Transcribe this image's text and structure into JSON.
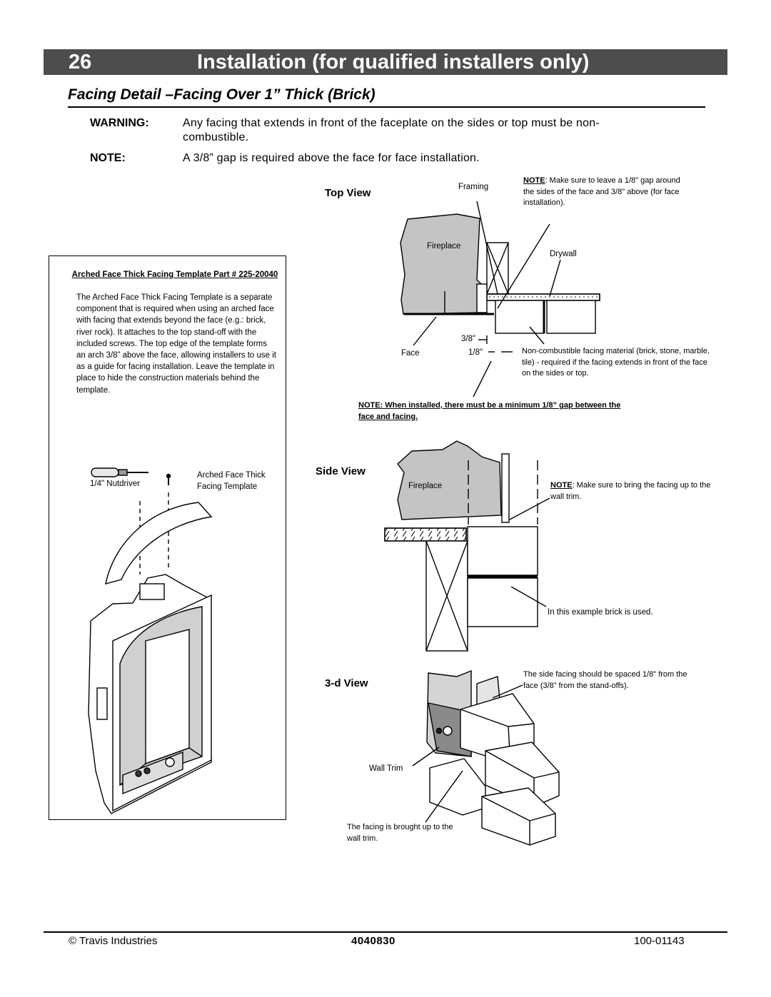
{
  "header": {
    "page_number": "26",
    "title": "Installation  (for qualified installers only)"
  },
  "section": {
    "title": "Facing Detail –Facing Over 1” Thick (Brick)"
  },
  "warning": {
    "label": "WARNING:",
    "text": "Any facing that extends in front of the faceplate on the sides or top must be non-combustible."
  },
  "note": {
    "label": "NOTE:",
    "text": "A 3/8” gap is required above the face for face installation."
  },
  "template_box": {
    "title": "Arched Face Thick Facing Template  Part # 225-20040",
    "text": "The Arched Face Thick Facing Template is a separate component that is required when using an arched face with facing that extends beyond the face (e.g.: brick, river rock).  It attaches to the top stand-off with the included screws.  The top edge of the template forms an arch 3/8” above the face, allowing installers to use it as a guide for facing installation.  Leave the template in place to hide the construction materials behind the template.",
    "nutdriver_label": "1/4\" Nutdriver",
    "template_label": "Arched Face Thick Facing Template"
  },
  "top_view": {
    "title": "Top View",
    "framing": "Framing",
    "note_label": "NOTE",
    "note_text": ": Make sure to leave a 1/8\" gap around the sides of the face and 3/8\" above (for face installation).",
    "fireplace": "Fireplace",
    "drywall": "Drywall",
    "gap_3_8": "3/8\"",
    "gap_1_8": "1/8\"",
    "face": "Face",
    "noncombustible": "Non-combustible facing material (brick, stone, marble, tile) - required if the facing extends in front of the face on the sides or top.",
    "bold_note": "NOTE: When installed, there must be a minimum 1/8” gap between the face and facing."
  },
  "side_view": {
    "title": "Side View",
    "fireplace": "Fireplace",
    "note_label": "NOTE",
    "note_text": ": Make sure to bring the facing up to the wall trim.",
    "brick_note": "In this example brick is used."
  },
  "three_d_view": {
    "title": "3-d View",
    "spacing_note": "The side facing should be spaced 1/8\" from the face (3/8” from the stand-offs).",
    "wall_trim": "Wall Trim",
    "facing_note": "The facing is brought up to the wall trim."
  },
  "footer": {
    "left": "© Travis Industries",
    "center": "4040830",
    "right": "100-01143"
  }
}
